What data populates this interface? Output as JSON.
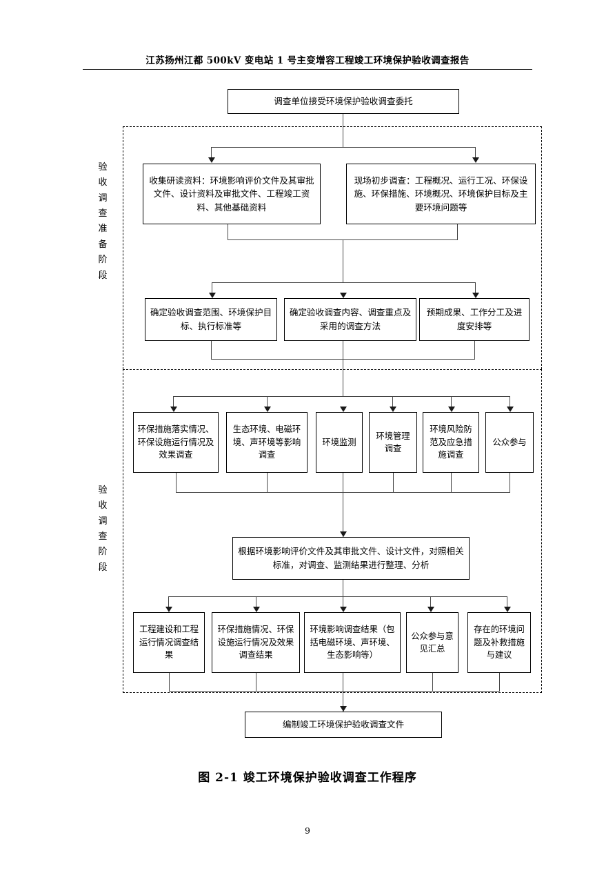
{
  "document": {
    "header_title": "江苏扬州江都 500kV 变电站 1 号主变增容工程竣工环境保护验收调查报告",
    "caption": "图 2-1   竣工环境保护验收调查工作程序",
    "page_number": "9"
  },
  "stages": {
    "preparation_label": [
      "验",
      "收",
      "调",
      "查",
      "准",
      "备",
      "阶",
      "段"
    ],
    "investigation_label": [
      "验",
      "收",
      "调",
      "查",
      "阶",
      "段"
    ]
  },
  "flow": {
    "start": "调查单位接受环境保护验收调查委托",
    "prep_row1": [
      "收集研读资料：环境影响评价文件及其审批文件、设计资料及审批文件、工程竣工资料、其他基础资料",
      "现场初步调查：工程概况、运行工况、环保设施、环保措施、环境概况、环境保护目标及主要环境问题等"
    ],
    "prep_row2": [
      "确定验收调查范围、环境保护目标、执行标准等",
      "确定验收调查内容、调查重点及采用的调查方法",
      "预期成果、工作分工及进度安排等"
    ],
    "survey_row": [
      "环保措施落实情况、环保设施运行情况及效果调查",
      "生态环境、电磁环境、声环境等影响调查",
      "环境监测",
      "环境管理调查",
      "环境风险防范及应急措施调查",
      "公众参与"
    ],
    "analysis": "根据环境影响评价文件及其审批文件、设计文件，对照相关标准，对调查、监测结果进行整理、分析",
    "results_row": [
      "工程建设和工程运行情况调查结果",
      "环保措施情况、环保设施运行情况及效果调查结果",
      "环境影响调查结果（包括电磁环境、声环境、生态影响等）",
      "公众参与意见汇总",
      "存在的环境问题及补救措施与建议"
    ],
    "end": "编制竣工环境保护验收调查文件"
  },
  "colors": {
    "line": "#444444",
    "border": "#000000",
    "background": "#ffffff"
  }
}
